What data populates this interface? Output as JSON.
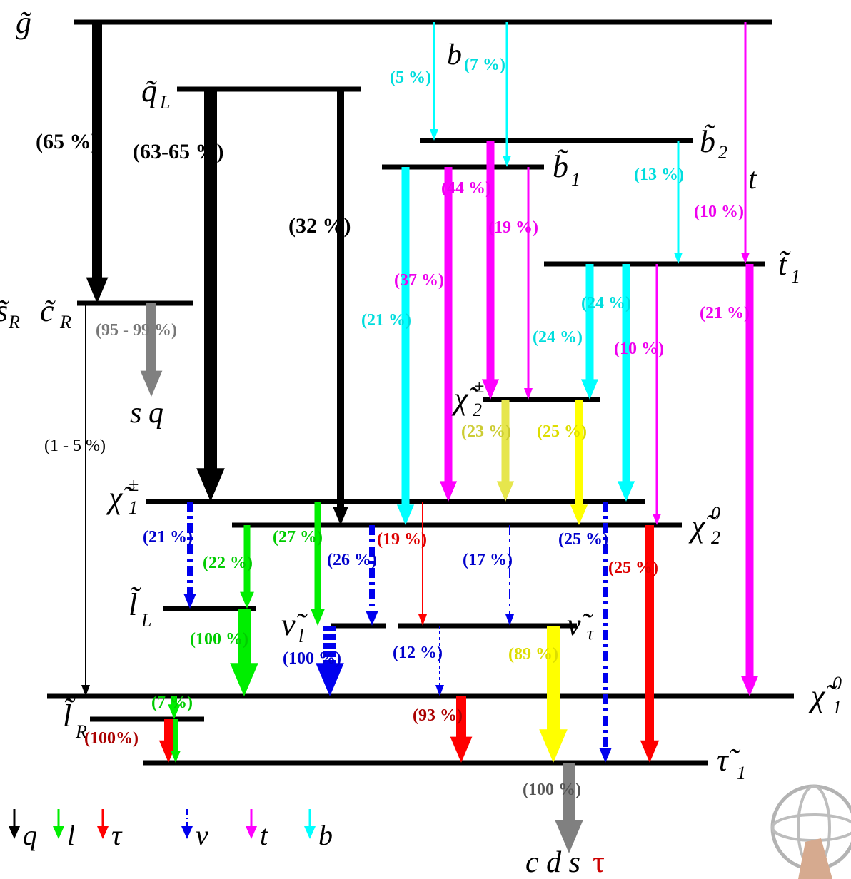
{
  "colors": {
    "quark": "#000000",
    "lepton": "#00ee00",
    "tau": "#ff0000",
    "neutrino": "#0000ee",
    "top": "#ff00ff",
    "bottom": "#00ffff",
    "gray": "#808080",
    "yellow": "#ffff00",
    "olive": "#e6e64d"
  },
  "levels": {
    "gluino": "g̃",
    "squark_L": "q̃",
    "squark_L_sub": "L",
    "squark_R": "s̃",
    "squark_R_sub": "R",
    "squark_R_second": "c̃",
    "squark_R_second_sub": "R",
    "sbottom2": "b̃",
    "sbottom2_sub": "2",
    "sbottom1": "b̃",
    "sbottom1_sub": "1",
    "stop1": "t̃",
    "stop1_sub": "1",
    "chargino2": "χ̃",
    "chargino2_sup": "±",
    "chargino2_sub": "2",
    "chargino1": "χ̃",
    "chargino1_sup": "±",
    "chargino1_sub": "1",
    "neutralino2": "χ̃",
    "neutralino2_sup": "0",
    "neutralino2_sub": "2",
    "slepton_L": "l̃",
    "slepton_L_sub": "L",
    "sneutrino_l": "ν̃",
    "sneutrino_l_sub": "l",
    "sneutrino_tau": "ν̃",
    "sneutrino_tau_sub": "τ",
    "neutralino1": "χ̃",
    "neutralino1_sup": "0",
    "neutralino1_sub": "1",
    "slepton_R": "l̃",
    "slepton_R_sub": "R",
    "stau1": "τ̃",
    "stau1_sub": "1"
  },
  "particles": {
    "b": "b",
    "t": "t",
    "sq_s": "s",
    "sq_q": "q",
    "final": "c d s",
    "final_tau": "τ"
  },
  "branchings": {
    "g_sq": "(65 %)",
    "qL_chi1": "(63-65 %)",
    "qL_chi2": "(32 %)",
    "g_b2": "(5 %)",
    "g_b1": "(7 %)",
    "b2_t1": "(13 %)",
    "g_t1": "(10 %)",
    "b2_chi2": "(44 %)",
    "b1_chi2": "(19 %)",
    "b1_chi1_top": "(37 %)",
    "b1_chi1_bottom": "(21 %)",
    "t1_chi2_a": "(24 %)",
    "t1_chi2_b": "(24 %)",
    "t1_chi1_top": "(10 %)",
    "t1_chi10": "(21 %)",
    "sqR_sq": "(95 - 99 %)",
    "sqR_chi10": "(1 - 5 %)",
    "chi2pm_a": "(23 %)",
    "chi2pm_b": "(25 %)",
    "chi1_lL": "(21 %)",
    "chi1_nul": "(27 %)",
    "chi1_nutau": "(19 %)",
    "chi1_chi10": "(25 %)",
    "chi20_lL": "(22 %)",
    "chi20_nul": "(26 %)",
    "chi20_nutau": "(17 %)",
    "chi20_stau": "(25 %)",
    "lL_chi10": "(100 %)",
    "nul_chi10": "(100 %)",
    "nutau_chi10": "(12 %)",
    "nutau_stau": "(89 %)",
    "chi10_lR": "(7 %)",
    "lR_stau": "(100%)",
    "chi10_stau": "(93 %)",
    "stau_final": "(100 %)"
  },
  "legend": [
    {
      "symbol": "q",
      "color": "#000000",
      "style": "solid"
    },
    {
      "symbol": "l",
      "color": "#00ee00",
      "style": "solid"
    },
    {
      "symbol": "τ",
      "color": "#ff0000",
      "style": "solid"
    },
    {
      "symbol": "ν",
      "color": "#0000ee",
      "style": "dashdot"
    },
    {
      "symbol": "t",
      "color": "#ff00ff",
      "style": "solid"
    },
    {
      "symbol": "b",
      "color": "#00ffff",
      "style": "solid"
    }
  ]
}
